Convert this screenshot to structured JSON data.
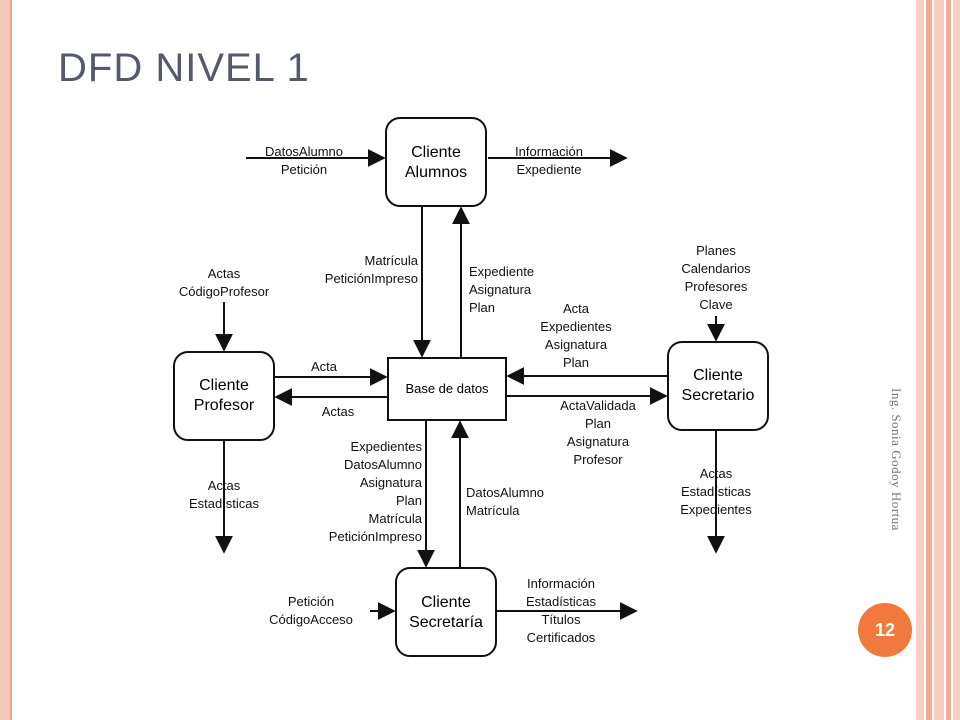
{
  "slide": {
    "title": "DFD NIVEL 1",
    "author": "Ing. Sonia Godoy Hortua",
    "page_number": "12"
  },
  "theme": {
    "accent": "#f07a3e",
    "stripe_color": "#f4b6a5",
    "title_color": "#555a6a"
  },
  "diagram": {
    "nodes": {
      "alumnos": [
        "Cliente",
        "Alumnos"
      ],
      "profesor": [
        "Cliente",
        "Profesor"
      ],
      "secretario": [
        "Cliente",
        "Secretario"
      ],
      "secretaria": [
        "Cliente",
        "Secretaría"
      ],
      "base": "Base de datos"
    },
    "flows": {
      "alumnos_in": [
        "DatosAlumno",
        "Petición"
      ],
      "alumnos_out": [
        "Información",
        "Expediente"
      ],
      "alumnos_to_base": [
        "Matrícula",
        "PeticiónImpreso"
      ],
      "base_to_alumnos": [
        "Expediente",
        "Asignatura",
        "Plan"
      ],
      "profesor_in": [
        "Actas",
        "CódigoProfesor"
      ],
      "profesor_to_base": "Acta",
      "base_to_profesor": "Actas",
      "profesor_out": [
        "Actas",
        "Estadísticas"
      ],
      "secretario_in": [
        "Planes",
        "Calendarios",
        "Profesores",
        "Clave"
      ],
      "secretario_to_base": [
        "Acta",
        "Expedientes",
        "Asignatura",
        "Plan"
      ],
      "base_to_secretario": [
        "ActaValidada",
        "Plan",
        "Asignatura",
        "Profesor"
      ],
      "secretario_out": [
        "Actas",
        "Estadísticas",
        "Expedientes"
      ],
      "base_to_secretaria": [
        "Expedientes",
        "DatosAlumno",
        "Asignatura",
        "Plan",
        "Matrícula",
        "PeticiónImpreso"
      ],
      "secretaria_to_base": [
        "DatosAlumno",
        "Matrícula"
      ],
      "secretaria_in": [
        "Petición",
        "CódigoAcceso"
      ],
      "secretaria_out": [
        "Información",
        "Estadísticas",
        "Títulos",
        "Certificados"
      ]
    }
  }
}
